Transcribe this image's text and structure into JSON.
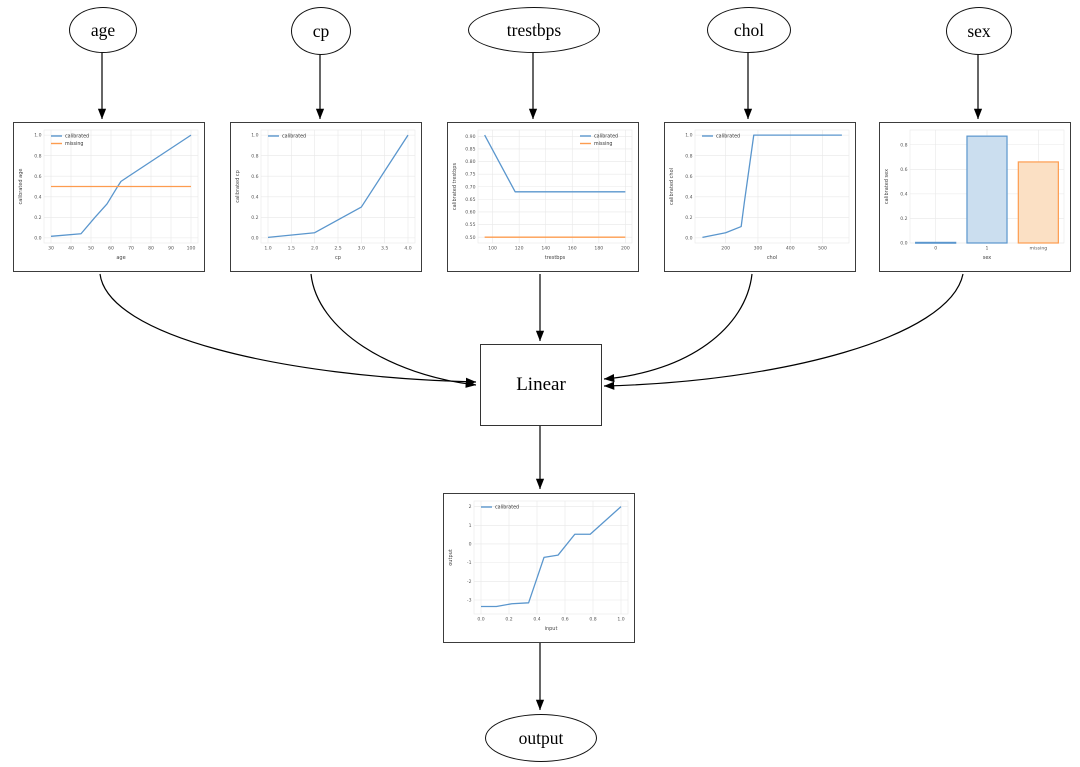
{
  "diagram": {
    "nodes": {
      "age": {
        "label": "age"
      },
      "cp": {
        "label": "cp"
      },
      "trestbps": {
        "label": "trestbps"
      },
      "chol": {
        "label": "chol"
      },
      "sex": {
        "label": "sex"
      },
      "linear": {
        "label": "Linear"
      },
      "output": {
        "label": "output"
      }
    }
  },
  "colors": {
    "blue": "#5a96cd",
    "orange": "#fd9c4f",
    "blue_fill": "#cbdeef",
    "orange_fill": "#fbe0c4",
    "grid": "#e8e8e8",
    "tick_text": "#555555",
    "label_text": "#444444",
    "edge": "#000000"
  },
  "chart_data": [
    {
      "type": "line",
      "xlabel": "age",
      "ylabel": "calibrated age",
      "xlim": [
        26.5,
        103.5
      ],
      "ylim": [
        -0.05,
        1.05
      ],
      "xticks": {
        "values": [
          30,
          40,
          50,
          60,
          70,
          80,
          90,
          100
        ],
        "labels": [
          "30",
          "40",
          "50",
          "60",
          "70",
          "80",
          "90",
          "100"
        ]
      },
      "yticks": {
        "values": [
          0,
          0.2,
          0.4,
          0.6,
          0.8,
          1
        ],
        "labels": [
          "0.0",
          "0.2",
          "0.4",
          "0.6",
          "0.8",
          "1.0"
        ]
      },
      "grid": true,
      "legend": {
        "pos": "tl",
        "items": [
          {
            "label": "calibrated",
            "color": "blue"
          },
          {
            "label": "missing",
            "color": "orange"
          }
        ]
      },
      "series": [
        {
          "name": "calibrated",
          "color": "blue",
          "points": [
            [
              30,
              0.015
            ],
            [
              45,
              0.04
            ],
            [
              52,
              0.2
            ],
            [
              58,
              0.33
            ],
            [
              63,
              0.49
            ],
            [
              65,
              0.55
            ],
            [
              100,
              1.0
            ]
          ]
        },
        {
          "name": "missing",
          "color": "orange",
          "points": [
            [
              30,
              0.5
            ],
            [
              100,
              0.5
            ]
          ]
        }
      ]
    },
    {
      "type": "line",
      "xlabel": "cp",
      "ylabel": "calibrated cp",
      "xlim": [
        0.85,
        4.15
      ],
      "ylim": [
        -0.05,
        1.05
      ],
      "xticks": {
        "values": [
          1,
          1.5,
          2,
          2.5,
          3,
          3.5,
          4
        ],
        "labels": [
          "1.0",
          "1.5",
          "2.0",
          "2.5",
          "3.0",
          "3.5",
          "4.0"
        ]
      },
      "yticks": {
        "values": [
          0,
          0.2,
          0.4,
          0.6,
          0.8,
          1
        ],
        "labels": [
          "0.0",
          "0.2",
          "0.4",
          "0.6",
          "0.8",
          "1.0"
        ]
      },
      "grid": true,
      "legend": {
        "pos": "tl",
        "items": [
          {
            "label": "calibrated",
            "color": "blue"
          }
        ]
      },
      "series": [
        {
          "name": "calibrated",
          "color": "blue",
          "points": [
            [
              1,
              0.005
            ],
            [
              2,
              0.05
            ],
            [
              3,
              0.3
            ],
            [
              4,
              1.0
            ]
          ]
        }
      ]
    },
    {
      "type": "line",
      "xlabel": "trestbps",
      "ylabel": "calibrated trestbps",
      "xlim": [
        89,
        205
      ],
      "ylim": [
        0.477,
        0.925
      ],
      "xticks": {
        "values": [
          100,
          120,
          140,
          160,
          180,
          200
        ],
        "labels": [
          "100",
          "120",
          "140",
          "160",
          "180",
          "200"
        ]
      },
      "yticks": {
        "values": [
          0.5,
          0.55,
          0.6,
          0.65,
          0.7,
          0.75,
          0.8,
          0.85,
          0.9
        ],
        "labels": [
          "0.50",
          "0.55",
          "0.60",
          "0.65",
          "0.70",
          "0.75",
          "0.80",
          "0.85",
          "0.90"
        ]
      },
      "grid": true,
      "legend": {
        "pos": "tr",
        "items": [
          {
            "label": "calibrated",
            "color": "blue"
          },
          {
            "label": "missing",
            "color": "orange"
          }
        ]
      },
      "series": [
        {
          "name": "calibrated",
          "color": "blue",
          "points": [
            [
              94,
              0.905
            ],
            [
              117,
              0.68
            ],
            [
              200,
              0.68
            ]
          ]
        },
        {
          "name": "missing",
          "color": "orange",
          "points": [
            [
              94,
              0.5
            ],
            [
              200,
              0.5
            ]
          ]
        }
      ]
    },
    {
      "type": "line",
      "xlabel": "chol",
      "ylabel": "calibrated chol",
      "xlim": [
        105,
        582
      ],
      "ylim": [
        -0.05,
        1.05
      ],
      "xticks": {
        "values": [
          200,
          300,
          400,
          500
        ],
        "labels": [
          "200",
          "300",
          "400",
          "500"
        ]
      },
      "yticks": {
        "values": [
          0,
          0.2,
          0.4,
          0.6,
          0.8,
          1
        ],
        "labels": [
          "0.0",
          "0.2",
          "0.4",
          "0.6",
          "0.8",
          "1.0"
        ]
      },
      "grid": true,
      "legend": {
        "pos": "tl",
        "items": [
          {
            "label": "calibrated",
            "color": "blue"
          }
        ]
      },
      "series": [
        {
          "name": "calibrated",
          "color": "blue",
          "points": [
            [
              128,
              0.005
            ],
            [
              200,
              0.05
            ],
            [
              248,
              0.11
            ],
            [
              258,
              0.35
            ],
            [
              287,
              1.0
            ],
            [
              560,
              1.0
            ]
          ]
        }
      ]
    },
    {
      "type": "bar",
      "xlabel": "sex",
      "ylabel": "calibrated sex",
      "categories": [
        "0",
        "1",
        "missing"
      ],
      "values": [
        0.005,
        0.87,
        0.66
      ],
      "bar_colors": [
        "blue",
        "blue",
        "orange"
      ],
      "ylim": [
        0,
        0.92
      ],
      "yticks": {
        "values": [
          0,
          0.2,
          0.4,
          0.6,
          0.8
        ],
        "labels": [
          "0.0",
          "0.2",
          "0.4",
          "0.6",
          "0.8"
        ]
      },
      "grid": true,
      "legend": null
    },
    {
      "type": "line",
      "xlabel": "input",
      "ylabel": "output",
      "xlim": [
        -0.05,
        1.05
      ],
      "ylim": [
        -3.75,
        2.3
      ],
      "xticks": {
        "values": [
          0,
          0.2,
          0.4,
          0.6,
          0.8,
          1
        ],
        "labels": [
          "0.0",
          "0.2",
          "0.4",
          "0.6",
          "0.8",
          "1.0"
        ]
      },
      "yticks": {
        "values": [
          -3,
          -2,
          -1,
          0,
          1,
          2
        ],
        "labels": [
          "-3",
          "-2",
          "-1",
          "0",
          "1",
          "2"
        ]
      },
      "grid": true,
      "legend": {
        "pos": "tl",
        "items": [
          {
            "label": "calibrated",
            "color": "blue"
          }
        ]
      },
      "series": [
        {
          "name": "calibrated",
          "color": "blue",
          "points": [
            [
              0,
              -3.35
            ],
            [
              0.11,
              -3.35
            ],
            [
              0.22,
              -3.2
            ],
            [
              0.34,
              -3.15
            ],
            [
              0.45,
              -0.72
            ],
            [
              0.55,
              -0.6
            ],
            [
              0.67,
              0.52
            ],
            [
              0.78,
              0.52
            ],
            [
              1.0,
              2.0
            ]
          ]
        }
      ]
    }
  ]
}
